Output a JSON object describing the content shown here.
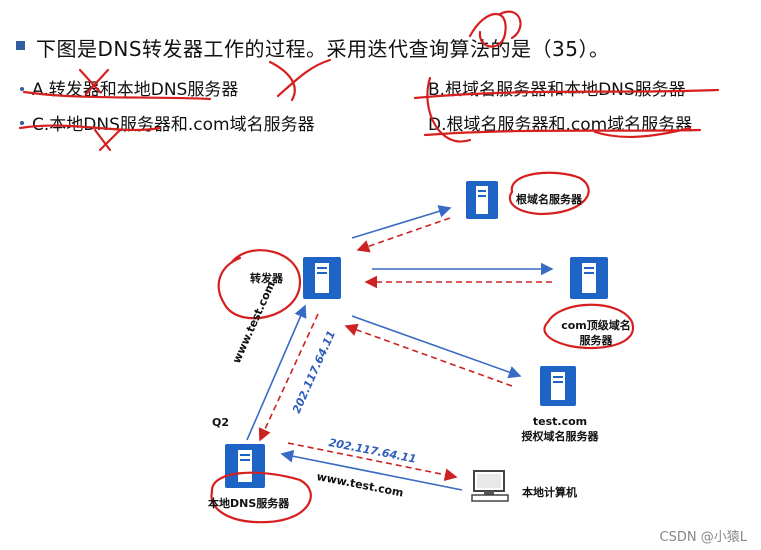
{
  "question": {
    "text": "下图是DNS转发器工作的过程。采用迭代查询算法的是（35）。",
    "options": {
      "a": "A.转发器和本地DNS服务器",
      "b": "B.根域名服务器和本地DNS服务器",
      "c": "C.本地DNS服务器和.com域名服务器",
      "d": "D.根域名服务器和.com域名服务器"
    }
  },
  "diagram": {
    "nodes": {
      "root": "根域名服务器",
      "forwarder": "转发器",
      "com_line1": "com顶级域名",
      "com_line2": "服务器",
      "test_line1": "test.com",
      "test_line2": "授权域名服务器",
      "local_dns": "本地DNS服务器",
      "local_pc": "本地计算机"
    },
    "labels": {
      "q2": "Q2",
      "query_up": "www.test.com",
      "answer_down": "202.117.64.11",
      "answer_pc": "202.117.64.11",
      "query_pc": "www.test.com"
    }
  },
  "colors": {
    "query_arrow": "#3a6bc4",
    "answer_arrow": "#cc2222",
    "annotation": "#d62020",
    "server_blue": "#1e63c6"
  },
  "watermark": "CSDN @小猿L"
}
